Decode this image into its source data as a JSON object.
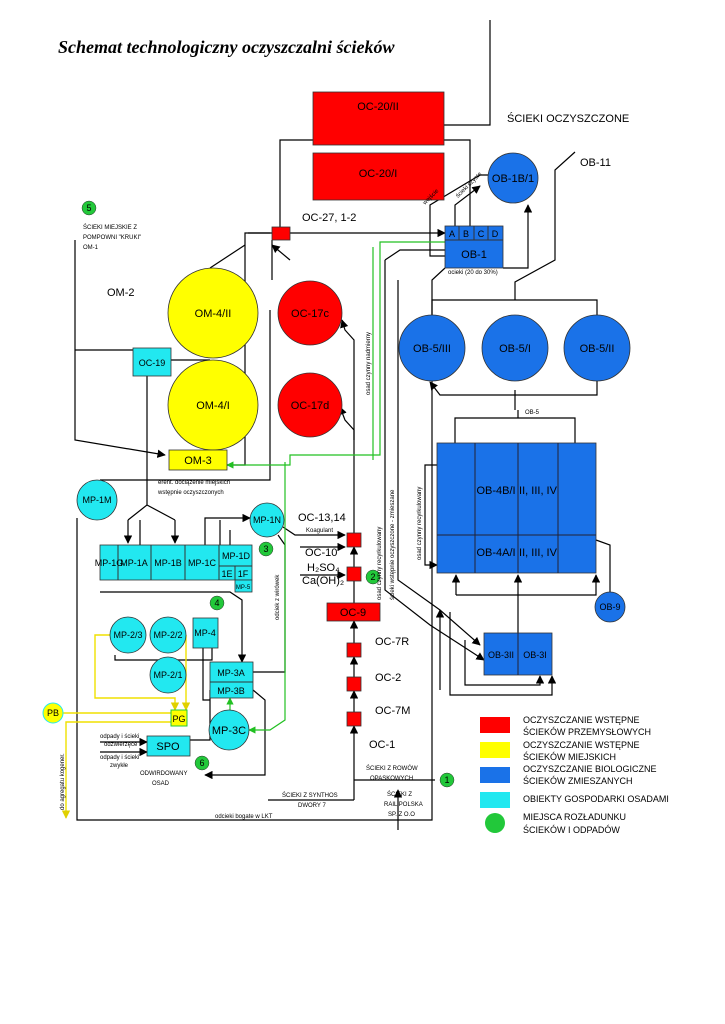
{
  "title": "Schemat technologiczny oczyszczalni ścieków",
  "colors": {
    "red": "#ff0000",
    "yellow": "#ffff00",
    "blue": "#1a72e8",
    "cyan": "#22e8f0",
    "green": "#22c83a"
  },
  "outlet": {
    "label": "ŚCIEKI OCZYSZCZONE",
    "ob11": "OB-11"
  },
  "red_objects": {
    "oc20_2": "OC-20/II",
    "oc20_1": "OC-20/I",
    "oc27": "OC-27, 1-2",
    "oc17c": "OC-17c",
    "oc17d": "OC-17d",
    "oc13": "OC-13,14",
    "koagulant": "Koagulant",
    "oc10": "OC-10",
    "h2so4": "H₂SO₄",
    "caoh": "Ca(OH)₂",
    "oc9": "OC-9",
    "oc7r": "OC-7R",
    "oc2": "OC-2",
    "oc7m": "OC-7M",
    "oc1": "OC-1"
  },
  "yellow_objects": {
    "om4_2": "OM-4/II",
    "om4_1": "OM-4/I",
    "om3": "OM-3",
    "om2": "OM-2",
    "pg": "PG",
    "pb": "PB"
  },
  "blue_objects": {
    "ob1b": "OB-1B/1",
    "ob1": "OB-1",
    "ob1_cells": [
      "A",
      "B",
      "C",
      "D"
    ],
    "ob1_note": "ocieki (20 do 30%)",
    "ob5_3": "OB-5/III",
    "ob5_1": "OB-5/I",
    "ob5_2": "OB-5/II",
    "ob5": "OB-5",
    "ob4b": "OB-4B/I",
    "ob4b_rest": "II, III, IV",
    "ob4a": "OB-4A/I",
    "ob4a_rest": "II, III, IV",
    "ob9": "OB-9",
    "ob3_2": "OB-3II",
    "ob3_1": "OB-3I"
  },
  "cyan_objects": {
    "oc19": "OC-19",
    "mp1m": "MP-1M",
    "mp1n": "MP-1N",
    "mp1g": "MP-1G",
    "mp1a": "MP-1A",
    "mp1b": "MP-1B",
    "mp1c": "MP-1C",
    "mp1d": "MP-1D",
    "e1": "1E",
    "f1": "1F",
    "mp5": "MP-5",
    "mp23": "MP-2/3",
    "mp22": "MP-2/2",
    "mp21": "MP-2/1",
    "mp4": "MP-4",
    "mp3a": "MP-3A",
    "mp3b": "MP-3B",
    "mp3c": "MP-3C",
    "spo": "SPO"
  },
  "unloading_points": [
    "1",
    "2",
    "3",
    "4",
    "5",
    "6"
  ],
  "annotations": {
    "city_sewage": [
      "ŚCIEKI MIEJSKIE Z",
      "POMPOWNI \"KRUKI\"",
      "OM-1"
    ],
    "om3_note": [
      "erent. dociążenie miejskich",
      "wstępnie oczyszczonych"
    ],
    "wejscie": "wejście",
    "clean": "ścieki czyste",
    "excess_sludge": "osad czynny nadmierny",
    "recirc_sludge": "osad czynny recyrkulowany",
    "mixed": "ścieki wstępnie oczyszczone - zmieszane",
    "recirc_sludge2": "osad czynny recyrkulowany",
    "centrifuge": "odciek z wirówek",
    "spo_in1": [
      "odpady i ścieki",
      "odzwierzęce"
    ],
    "spo_in2": [
      "odpady i ścieki",
      "zwykłe"
    ],
    "dewatered": [
      "ODWIRDOWANY",
      "OSAD"
    ],
    "cogen": "do agregatu kogener.",
    "ditches": [
      "ŚCIEKI Z ROWÓW",
      "OPASKOWYCH"
    ],
    "synthos": [
      "ŚCIEKI Z SYNTHOS",
      "DWORY 7"
    ],
    "rail": [
      "ŚCIEKI Z",
      "RAIL POLSKA",
      "SP. Z O.O"
    ],
    "lkt": "odcieki bogate w LKT"
  },
  "legend": [
    {
      "color": "#ff0000",
      "lines": [
        "OCZYSZCZANIE WSTĘPNE",
        "ŚCIEKÓW PRZEMYSŁOWYCH"
      ]
    },
    {
      "color": "#ffff00",
      "lines": [
        "OCZYSZCZANIE WSTĘPNE",
        "ŚCIEKÓW MIEJSKICH"
      ]
    },
    {
      "color": "#1a72e8",
      "lines": [
        "OCZYSZCZANIE BIOLOGICZNE",
        "ŚCIEKÓW ZMIESZANYCH"
      ]
    },
    {
      "color": "#22e8f0",
      "lines": [
        "OBIEKTY GOSPODARKI OSADAMI"
      ]
    },
    {
      "color": "#22c83a",
      "lines": [
        "MIEJSCA ROZŁADUNKU",
        "ŚCIEKÓW I ODPADÓW"
      ]
    }
  ]
}
